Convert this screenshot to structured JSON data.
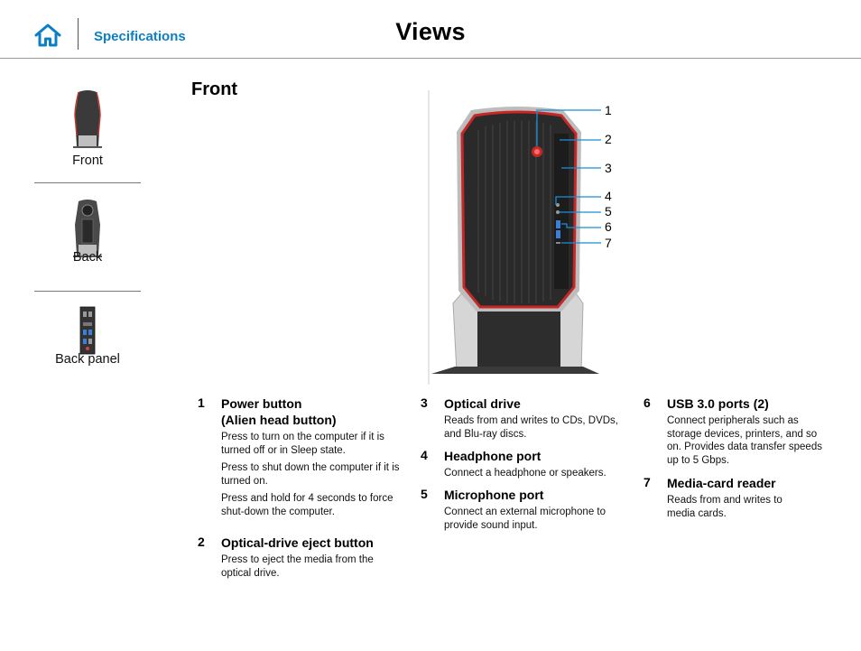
{
  "header": {
    "home_icon": "home-icon",
    "spec_link": "Specifications",
    "title": "Views",
    "accent_color": "#0b7fc4"
  },
  "sidebar": {
    "items": [
      {
        "label": "Front"
      },
      {
        "label": "Back"
      },
      {
        "label": "Back panel"
      }
    ]
  },
  "main": {
    "section_title": "Front",
    "figure_labels": [
      "1",
      "2",
      "3",
      "4",
      "5",
      "6",
      "7"
    ],
    "callouts": [
      {
        "num": "1",
        "title_line1": "Power button",
        "title_line2": "(Alien head button)",
        "desc": [
          "Press to turn on the computer if it is turned off or in Sleep state.",
          "Press to shut down the computer if it is turned on.",
          "Press and hold for 4 seconds to force shut-down the computer."
        ]
      },
      {
        "num": "2",
        "title": "Optical-drive eject button",
        "desc": [
          "Press to eject the media from the optical drive."
        ]
      },
      {
        "num": "3",
        "title": "Optical drive",
        "desc": [
          "Reads from and writes to CDs, DVDs, and Blu-ray discs."
        ]
      },
      {
        "num": "4",
        "title": "Headphone port",
        "desc": [
          "Connect a headphone or speakers."
        ]
      },
      {
        "num": "5",
        "title": "Microphone port",
        "desc": [
          "Connect an external microphone to provide sound input."
        ]
      },
      {
        "num": "6",
        "title": "USB 3.0 ports (2)",
        "desc": [
          "Connect peripherals such as storage devices, printers, and so on. Provides data transfer speeds up to 5 Gbps."
        ]
      },
      {
        "num": "7",
        "title": "Media-card reader",
        "desc": [
          "Reads from and writes to media cards."
        ]
      }
    ]
  }
}
